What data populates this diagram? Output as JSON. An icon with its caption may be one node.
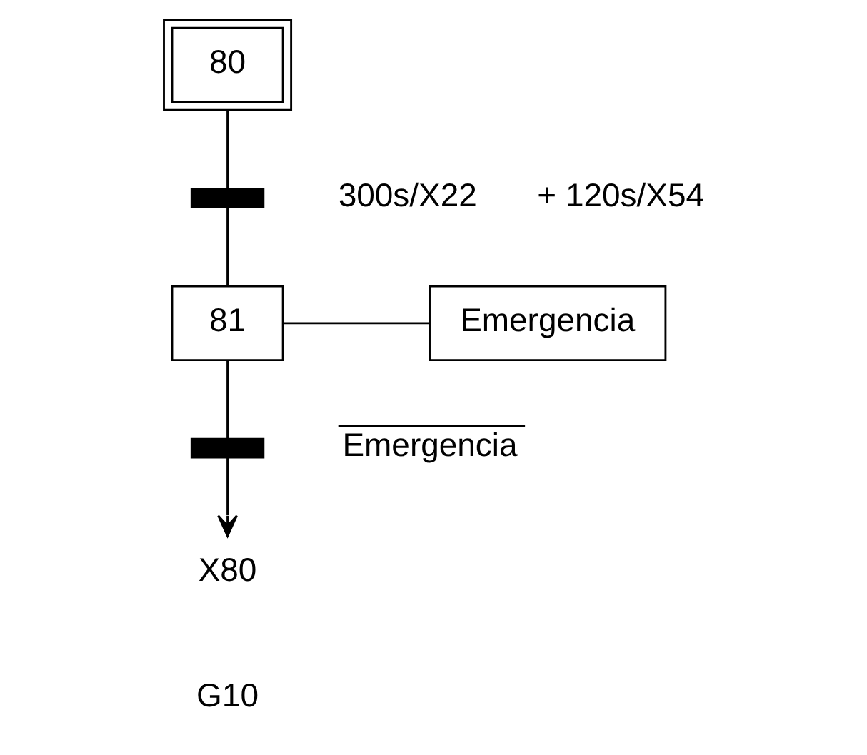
{
  "diagram": {
    "nodes": [
      {
        "text": [
          "80"
        ]
      },
      {
        "text": [],
        "shape": "bar",
        "beside": [
          "300s/X22",
          "+ 120s/X54"
        ]
      },
      {
        "text": [
          "81"
        ]
      },
      {
        "text": [
          "Emergencia"
        ]
      },
      {
        "text": [],
        "shape": "bar",
        "beside": [
          "Emergencia"
        ]
      },
      {
        "text": [
          "X80"
        ]
      }
    ],
    "edges": [
      {
        "from": 0,
        "to": 1,
        "arrow": "none"
      },
      {
        "from": 1,
        "to": 2,
        "arrow": "none"
      },
      {
        "from": 2,
        "to": 3,
        "arrow": "none"
      },
      {
        "from": 2,
        "to": 4,
        "arrow": "none"
      },
      {
        "from": 4,
        "to": 5,
        "arrow": "to"
      }
    ],
    "labels": [
      "G10"
    ]
  }
}
